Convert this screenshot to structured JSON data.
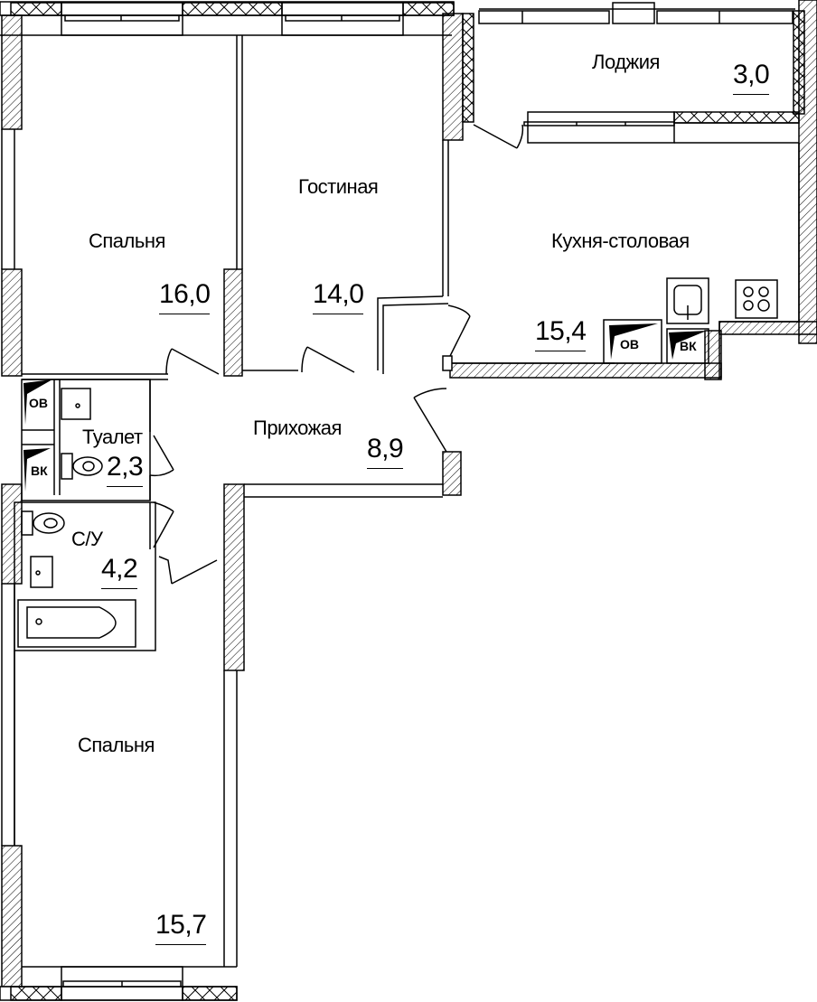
{
  "plan": {
    "title": "Floor plan, 3-room apartment",
    "colors": {
      "line": "#000000",
      "background": "#ffffff",
      "hatch": "#000000"
    },
    "rooms": [
      {
        "id": "bedroom1",
        "name": "Спальня",
        "area": "16,0"
      },
      {
        "id": "living",
        "name": "Гостиная",
        "area": "14,0"
      },
      {
        "id": "loggia",
        "name": "Лоджия",
        "area": "3,0"
      },
      {
        "id": "kitchen",
        "name": "Кухня-столовая",
        "area": "15,4"
      },
      {
        "id": "toilet",
        "name": "Туалет",
        "area": "2,3"
      },
      {
        "id": "hall",
        "name": "Прихожая",
        "area": "8,9"
      },
      {
        "id": "bathroom",
        "name": "С/У",
        "area": "4,2"
      },
      {
        "id": "bedroom2",
        "name": "Спальня",
        "area": "15,7"
      }
    ],
    "fixtures": {
      "ov_label": "ОВ",
      "vk_label": "ВК"
    }
  }
}
